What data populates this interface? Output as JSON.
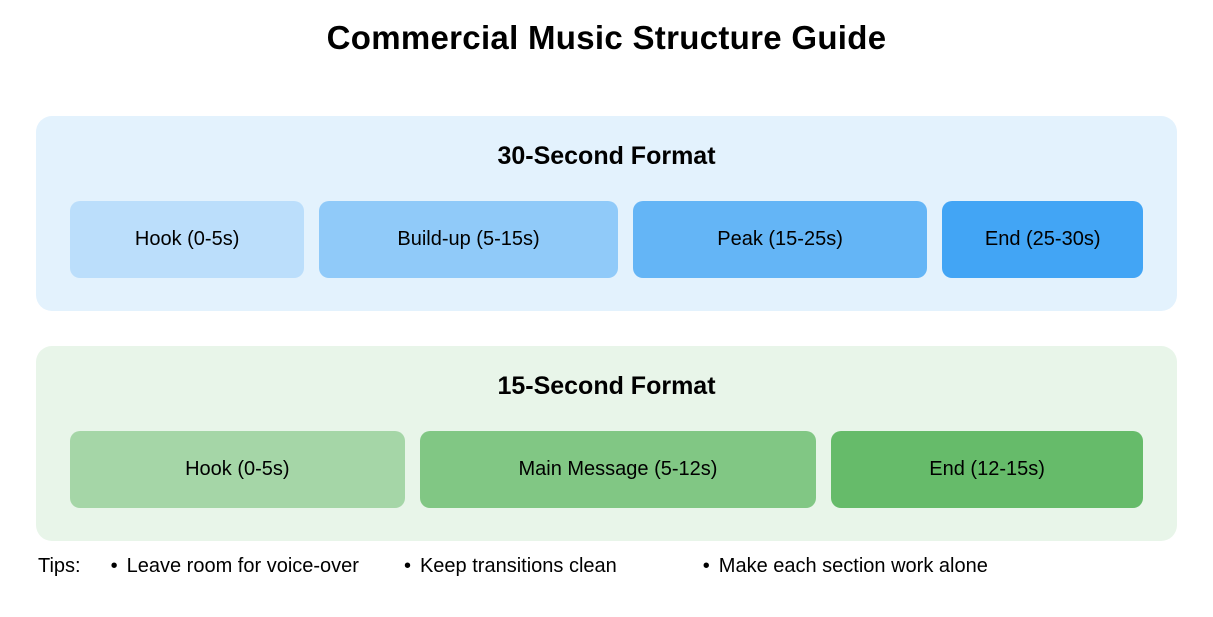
{
  "page": {
    "title": "Commercial Music Structure Guide"
  },
  "formats": [
    {
      "heading": "30-Second Format",
      "panel_color": "#e3f2fd",
      "blocks": [
        {
          "label": "Hook (0-5s)",
          "color": "#bbdefb"
        },
        {
          "label": "Build-up (5-15s)",
          "color": "#90caf9"
        },
        {
          "label": "Peak (15-25s)",
          "color": "#64b5f6"
        },
        {
          "label": "End (25-30s)",
          "color": "#42a5f5"
        }
      ]
    },
    {
      "heading": "15-Second Format",
      "panel_color": "#e8f5e9",
      "blocks": [
        {
          "label": "Hook (0-5s)",
          "color": "#a5d6a7"
        },
        {
          "label": "Main Message (5-12s)",
          "color": "#81c784"
        },
        {
          "label": "End (12-15s)",
          "color": "#66bb6a"
        }
      ]
    }
  ],
  "tips": {
    "label": "Tips:",
    "bullet": "•",
    "items": [
      "Leave room for voice-over",
      "Keep transitions clean",
      "Make each section work alone"
    ]
  }
}
